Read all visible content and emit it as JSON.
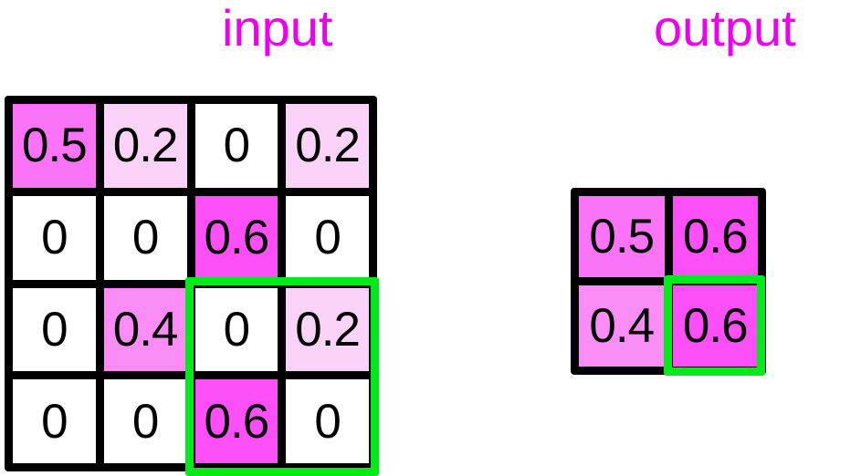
{
  "titles": {
    "input": "input",
    "output": "output"
  },
  "colors": {
    "title": "#ee00ee",
    "grid_border": "#000000",
    "selection": "#00e919",
    "background": "#ffffff",
    "value_0": "#ffffff",
    "value_0.2": "#fbd3f9",
    "value_0.4": "#fa8cf6",
    "value_0.5": "#fb74f7",
    "value_0.6": "#fc4ff7"
  },
  "chart_data": {
    "type": "heatmap",
    "title": "",
    "grids": [
      {
        "name": "input",
        "rows": 4,
        "cols": 4,
        "values": [
          [
            0.5,
            0.2,
            0,
            0.2
          ],
          [
            0,
            0,
            0.6,
            0
          ],
          [
            0,
            0.4,
            0,
            0.2
          ],
          [
            0,
            0,
            0.6,
            0
          ]
        ],
        "labels": [
          [
            "0.5",
            "0.2",
            "0",
            "0.2"
          ],
          [
            "0",
            "0",
            "0.6",
            "0"
          ],
          [
            "0",
            "0.4",
            "0",
            "0.2"
          ],
          [
            "0",
            "0",
            "0.6",
            "0"
          ]
        ],
        "selection": {
          "row_start": 3,
          "row_end": 4,
          "col_start": 3,
          "col_end": 4
        }
      },
      {
        "name": "output",
        "rows": 2,
        "cols": 2,
        "values": [
          [
            0.5,
            0.6
          ],
          [
            0.4,
            0.6
          ]
        ],
        "labels": [
          [
            "0.5",
            "0.6"
          ],
          [
            "0.4",
            "0.6"
          ]
        ],
        "selection": {
          "row_start": 2,
          "row_end": 2,
          "col_start": 2,
          "col_end": 2
        }
      }
    ],
    "colormap": "white-to-magenta",
    "vmin": 0,
    "vmax": 0.6
  },
  "input_cells": [
    {
      "label": "0.5",
      "value": 0.5
    },
    {
      "label": "0.2",
      "value": 0.2
    },
    {
      "label": "0",
      "value": 0
    },
    {
      "label": "0.2",
      "value": 0.2
    },
    {
      "label": "0",
      "value": 0
    },
    {
      "label": "0",
      "value": 0
    },
    {
      "label": "0.6",
      "value": 0.6
    },
    {
      "label": "0",
      "value": 0
    },
    {
      "label": "0",
      "value": 0
    },
    {
      "label": "0.4",
      "value": 0.4
    },
    {
      "label": "0",
      "value": 0
    },
    {
      "label": "0.2",
      "value": 0.2
    },
    {
      "label": "0",
      "value": 0
    },
    {
      "label": "0",
      "value": 0
    },
    {
      "label": "0.6",
      "value": 0.6
    },
    {
      "label": "0",
      "value": 0
    }
  ],
  "output_cells": [
    {
      "label": "0.5",
      "value": 0.5
    },
    {
      "label": "0.6",
      "value": 0.6
    },
    {
      "label": "0.4",
      "value": 0.4
    },
    {
      "label": "0.6",
      "value": 0.6
    }
  ]
}
